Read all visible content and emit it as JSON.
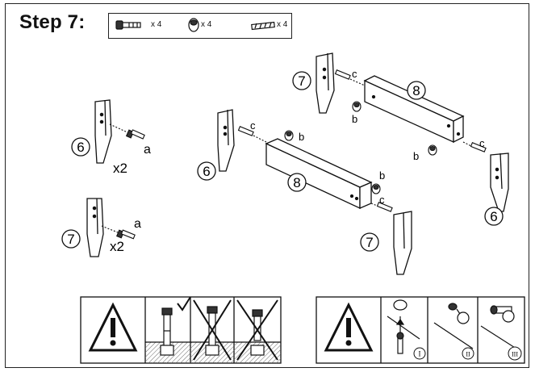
{
  "step_title": "Step 7:",
  "parts": [
    {
      "icon": "bolt-icon",
      "qty": "x 4"
    },
    {
      "icon": "cam-lock-icon",
      "qty": "x 4"
    },
    {
      "icon": "dowel-icon",
      "qty": "x 4"
    }
  ],
  "callouts": {
    "leg_front": "6",
    "leg_back": "7",
    "rail": "8",
    "bolt": "a",
    "cam": "b",
    "dowel": "c"
  },
  "multipliers": {
    "leg_front_qty": "x2",
    "leg_back_qty": "x2"
  },
  "warning_panels": {
    "right_steps": [
      "I",
      "II",
      "III"
    ]
  }
}
